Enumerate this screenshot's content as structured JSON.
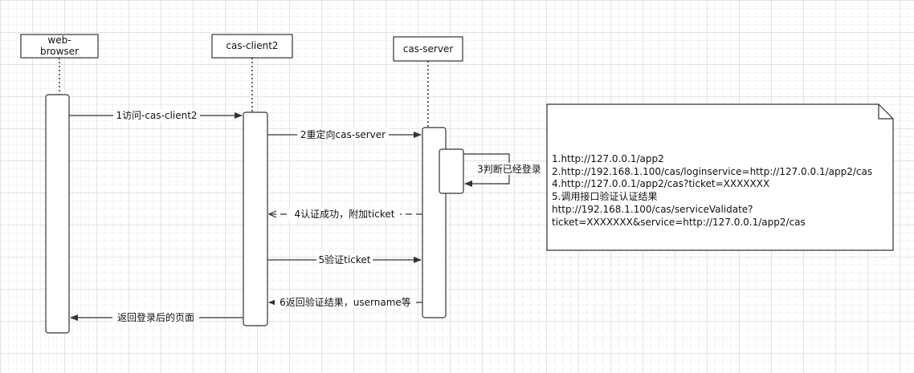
{
  "participants": {
    "browser": {
      "line1": "web-",
      "line2": "browser"
    },
    "client": {
      "label": "cas-client2"
    },
    "server": {
      "label": "cas-server"
    }
  },
  "messages": {
    "m1": "1访问-cas-client2",
    "m2": "2重定向cas-server",
    "m3": "3判断已经登录",
    "m4": "4认证成功，附加ticket",
    "m5": "5验证ticket",
    "m6": "6返回验证结果，username等",
    "m7": "返回登录后的页面"
  },
  "note": {
    "lines": [
      "1.http://127.0.0.1/app2",
      "2.http://192.168.1.100/cas/loginservice=http://127.0.0.1/app2/cas",
      "4.http://127.0.0.1/app2/cas?ticket=XXXXXXX",
      "5.调用接口验证认证结果",
      "http://192.168.1.100/cas/serviceValidate?",
      "ticket=XXXXXXX&service=http://127.0.0.1/app2/cas"
    ]
  }
}
